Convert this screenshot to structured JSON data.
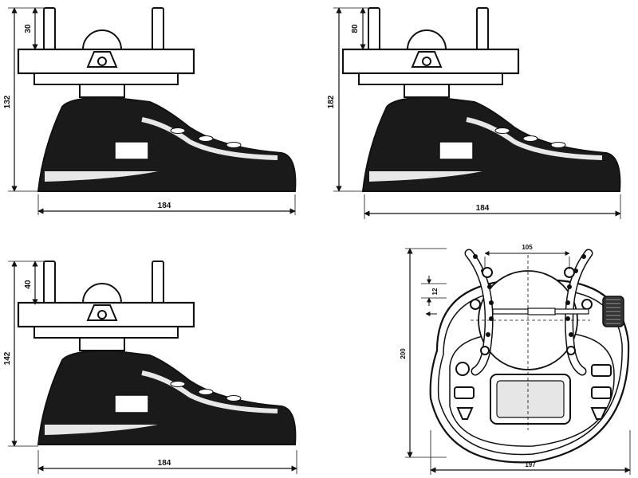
{
  "views": {
    "top_left": {
      "dim_height": "132",
      "dim_top": "30",
      "dim_width": "184"
    },
    "top_right": {
      "dim_height": "182",
      "dim_top": "80",
      "dim_width": "184"
    },
    "bottom_left": {
      "dim_height": "142",
      "dim_top": "40",
      "dim_width": "184"
    },
    "plan": {
      "dim_top_width": "105",
      "dim_small": "12",
      "dim_height": "200",
      "dim_width": "197"
    }
  },
  "colors": {
    "line": "#111111",
    "fill": "#ffffff",
    "shade": "#e6e6e6",
    "dark": "#1a1a1a"
  }
}
